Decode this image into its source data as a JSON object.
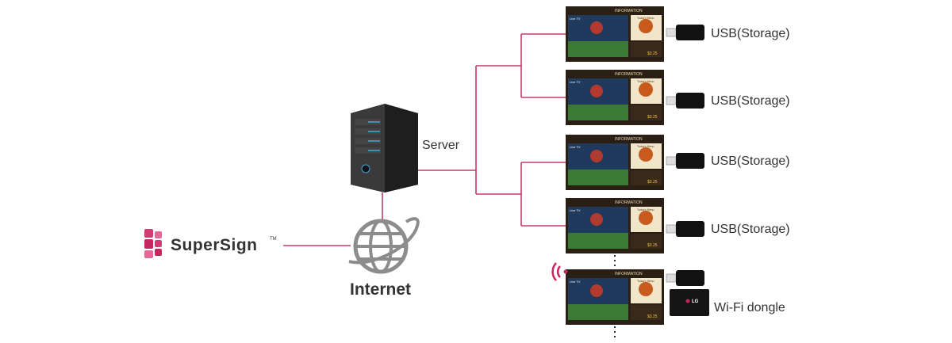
{
  "labels": {
    "brand": "SuperSign",
    "trademark": "TM",
    "server": "Server",
    "internet": "Internet",
    "usb": "USB(Storage)",
    "wifi": "Wi-Fi dongle"
  },
  "display": {
    "header": "INFORMATION",
    "live_tv": "Live TV",
    "menu": "Today's Menu",
    "price": "$3.25"
  },
  "usb_count": 4,
  "colors": {
    "line": "#c43a6b",
    "brand_pink": "#d43a73",
    "server_body": "#2b2b2b",
    "server_light": "#3fa9d8",
    "globe": "#8c8c8c"
  },
  "icons": {
    "brand": "supersign-logo-icon",
    "server": "server-tower-icon",
    "internet": "globe-icon",
    "usb": "usb-stick-icon",
    "wifi_signal": "wifi-signal-icon",
    "dongle": "wifi-dongle-icon"
  }
}
